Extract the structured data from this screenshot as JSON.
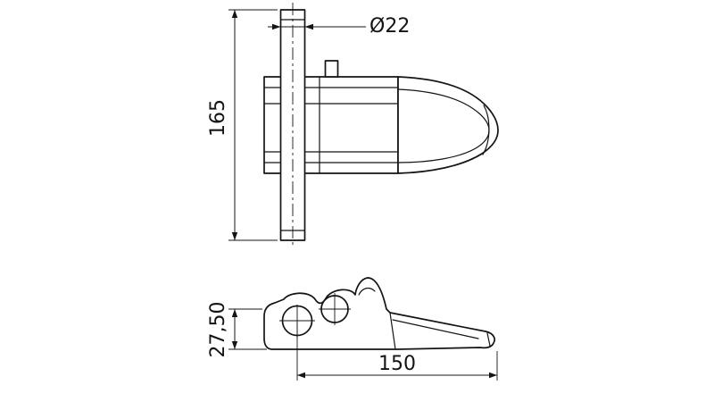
{
  "drawing": {
    "background": "#ffffff",
    "line_color": "#141414",
    "dimensions": {
      "diameter": "Ø22",
      "height": "165",
      "side_height": "27,50",
      "length": "150"
    }
  }
}
